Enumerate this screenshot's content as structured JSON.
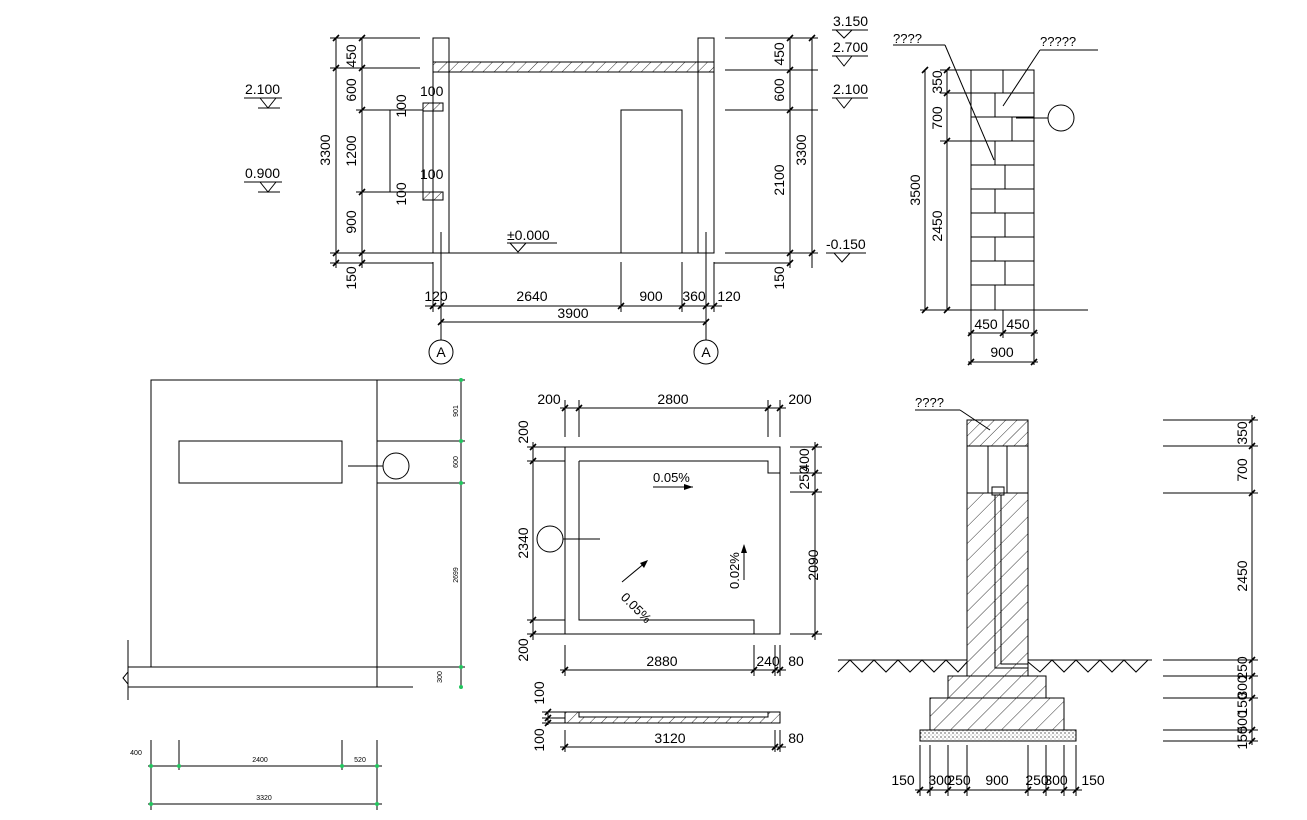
{
  "accent_colors": {
    "line": "#000000",
    "node": "#22c55e",
    "background": "#ffffff"
  },
  "section": {
    "levels": {
      "top": "3.150",
      "beam": "2.700",
      "lintel_r": "2.100",
      "lintel_l": "2.100",
      "sill": "0.900",
      "floor": "±0.000",
      "ground": "-0.150"
    },
    "left_dims": [
      "450",
      "600",
      "1200",
      "900",
      "150",
      "3300"
    ],
    "window_dims": [
      "100",
      "100",
      "100",
      "100"
    ],
    "right_dims": [
      "450",
      "600",
      "2100",
      "3300",
      "150"
    ],
    "bottom_dims": [
      "120",
      "2640",
      "900",
      "360",
      "120",
      "3900"
    ],
    "axis_labels": [
      "A",
      "A"
    ]
  },
  "wall_elevation": {
    "labels": [
      "????",
      "?????"
    ],
    "dims": [
      "350",
      "700",
      "3500",
      "2450",
      "450",
      "450",
      "900"
    ]
  },
  "front_elevation": {
    "right_dims": [
      "901",
      "600",
      "2699",
      "300"
    ],
    "bottom_dims": [
      "400",
      "2400",
      "520",
      "3320"
    ]
  },
  "plan": {
    "top_dims": [
      "200",
      "2800",
      "200"
    ],
    "left_dims": [
      "200",
      "2340",
      "200"
    ],
    "right_dims": [
      "250",
      "400",
      "2090"
    ],
    "slopes": [
      "0.05%",
      "0.05%",
      "0.02%"
    ],
    "bottom_dims": [
      "2880",
      "240",
      "80"
    ],
    "slab_dims": [
      "100",
      "100",
      "3120",
      "80"
    ]
  },
  "foundation": {
    "label": "????",
    "right_dims": [
      "350",
      "700",
      "2450",
      "250",
      "300",
      "150",
      "500",
      "150"
    ],
    "bottom_dims": [
      "150",
      "300",
      "250",
      "900",
      "250",
      "300",
      "150"
    ]
  }
}
